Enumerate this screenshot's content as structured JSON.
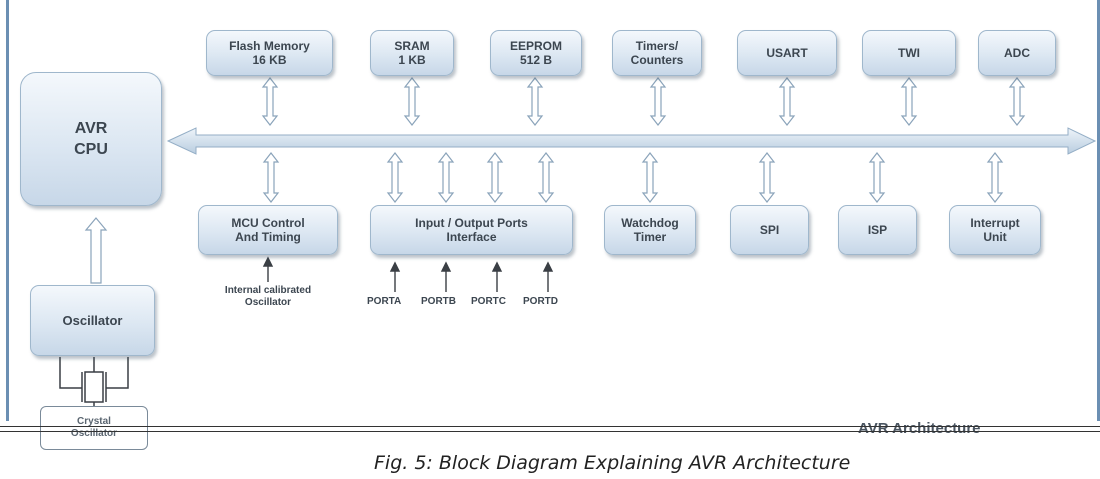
{
  "blocks": {
    "cpu": "AVR\nCPU",
    "flash": "Flash Memory\n16 KB",
    "sram": "SRAM\n1 KB",
    "eeprom": "EEPROM\n512 B",
    "timers": "Timers/\nCounters",
    "usart": "USART",
    "twi": "TWI",
    "adc": "ADC",
    "mcu": "MCU Control\nAnd Timing",
    "io": "Input / Output Ports\nInterface",
    "watchdog": "Watchdog\nTimer",
    "spi": "SPI",
    "isp": "ISP",
    "interrupt": "Interrupt\nUnit",
    "oscillator": "Oscillator"
  },
  "labels": {
    "internal_osc": "Internal calibrated\nOscillator",
    "porta": "PORTA",
    "portb": "PORTB",
    "portc": "PORTC",
    "portd": "PORTD",
    "crystal": "Crystal\nOscillator",
    "architecture_title": "AVR Architecture"
  },
  "caption": "Fig. 5: Block Diagram Explaining AVR Architecture",
  "colors": {
    "block_top": "#f4f8fc",
    "block_bottom": "#c7d7e8",
    "border": "#9fb7cc",
    "text": "#3c4650",
    "frame": "#6b8fb3"
  }
}
